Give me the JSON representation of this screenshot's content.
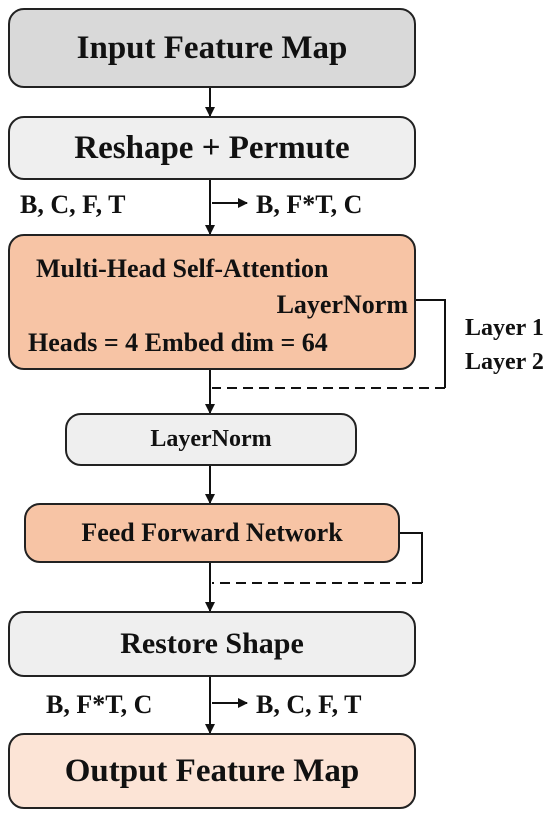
{
  "input_box": {
    "label": "Input Feature Map"
  },
  "reshape_box": {
    "label": "Reshape + Permute"
  },
  "shape_in_1": "B, C, F, T",
  "shape_out_1": "B, F*T, C",
  "mhsa_box": {
    "title": "Multi-Head Self-Attention",
    "norm": "LayerNorm",
    "params": "Heads = 4 Embed dim = 64"
  },
  "layer_labels": [
    "Layer 1",
    "Layer 2"
  ],
  "layernorm_box": {
    "label": "LayerNorm"
  },
  "ffn_box": {
    "label": "Feed Forward Network"
  },
  "restore_box": {
    "label": "Restore Shape"
  },
  "shape_in_2": "B, F*T, C",
  "shape_out_2": "B, C, F, T",
  "output_box": {
    "label": "Output Feature Map"
  }
}
